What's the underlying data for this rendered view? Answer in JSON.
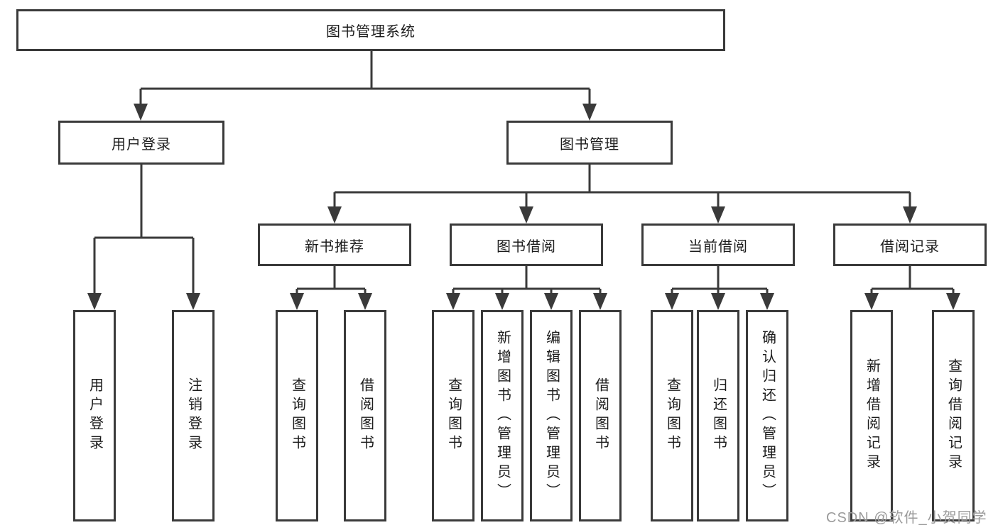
{
  "tree": {
    "label": "图书管理系统",
    "children": [
      {
        "label": "用户登录",
        "children": [
          {
            "label": "用户登录"
          },
          {
            "label": "注销登录"
          }
        ]
      },
      {
        "label": "图书管理",
        "children": [
          {
            "label": "新书推荐",
            "children": [
              {
                "label": "查询图书"
              },
              {
                "label": "借阅图书"
              }
            ]
          },
          {
            "label": "图书借阅",
            "children": [
              {
                "label": "查询图书"
              },
              {
                "label": "新增图书（管理员）"
              },
              {
                "label": "编辑图书（管理员）"
              },
              {
                "label": "借阅图书"
              }
            ]
          },
          {
            "label": "当前借阅",
            "children": [
              {
                "label": "查询图书"
              },
              {
                "label": "归还图书"
              },
              {
                "label": "确认归还（管理员）"
              }
            ]
          },
          {
            "label": "借阅记录",
            "children": [
              {
                "label": "新增借阅记录"
              },
              {
                "label": "查询借阅记录"
              }
            ]
          }
        ]
      }
    ]
  },
  "watermark": {
    "text": "CSDN @软件_小贺同学"
  },
  "colors": {
    "line": "#3a3a3a",
    "box_border": "#3a3a3a",
    "text": "#1c1c1c",
    "watermark": "#9b9b9b",
    "background": "#ffffff"
  }
}
